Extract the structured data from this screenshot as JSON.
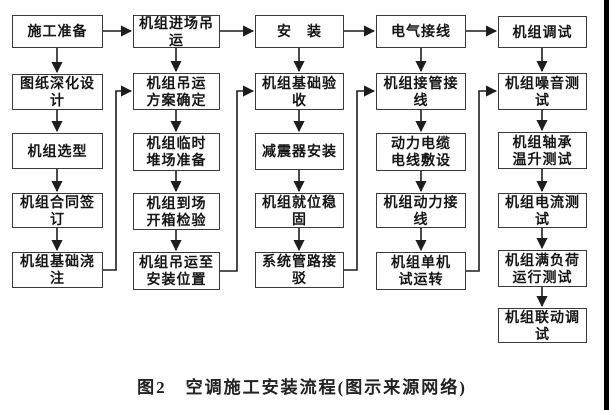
{
  "caption": "图2　空调施工安装流程(图示来源网络)",
  "colors": {
    "background": "#fefefe",
    "box_border": "#3a3a3a",
    "connector_line": "#1d1d1d",
    "text": "#151515",
    "right_edge_bar": "#000000"
  },
  "flowchart": {
    "columns": [
      {
        "name": "construction-preparation",
        "boxes": [
          "施工准备",
          "图纸深化设计",
          "机组选型",
          "机组合同签订",
          "机组基础浇注"
        ]
      },
      {
        "name": "unit-hoisting",
        "boxes": [
          "机组进场吊运",
          "机组吊运\n方案确定",
          "机组临时\n堆场准备",
          "机组到场\n开箱检验",
          "机组吊运至\n安装位置"
        ]
      },
      {
        "name": "installation",
        "boxes": [
          "安　装",
          "机组基础验收",
          "减震器安装",
          "机组就位稳固",
          "系统管路接驳"
        ]
      },
      {
        "name": "electrical-wiring",
        "boxes": [
          "电气接线",
          "机组接管接线",
          "动力电缆\n电线敷设",
          "机组动力接线",
          "机组单机\n试运转"
        ]
      },
      {
        "name": "unit-commissioning",
        "boxes": [
          "机组调试",
          "机组噪音测试",
          "机组轴承\n温升测试",
          "机组电流测试",
          "机组满负荷\n运行测试",
          "机组联动调试"
        ]
      }
    ]
  }
}
